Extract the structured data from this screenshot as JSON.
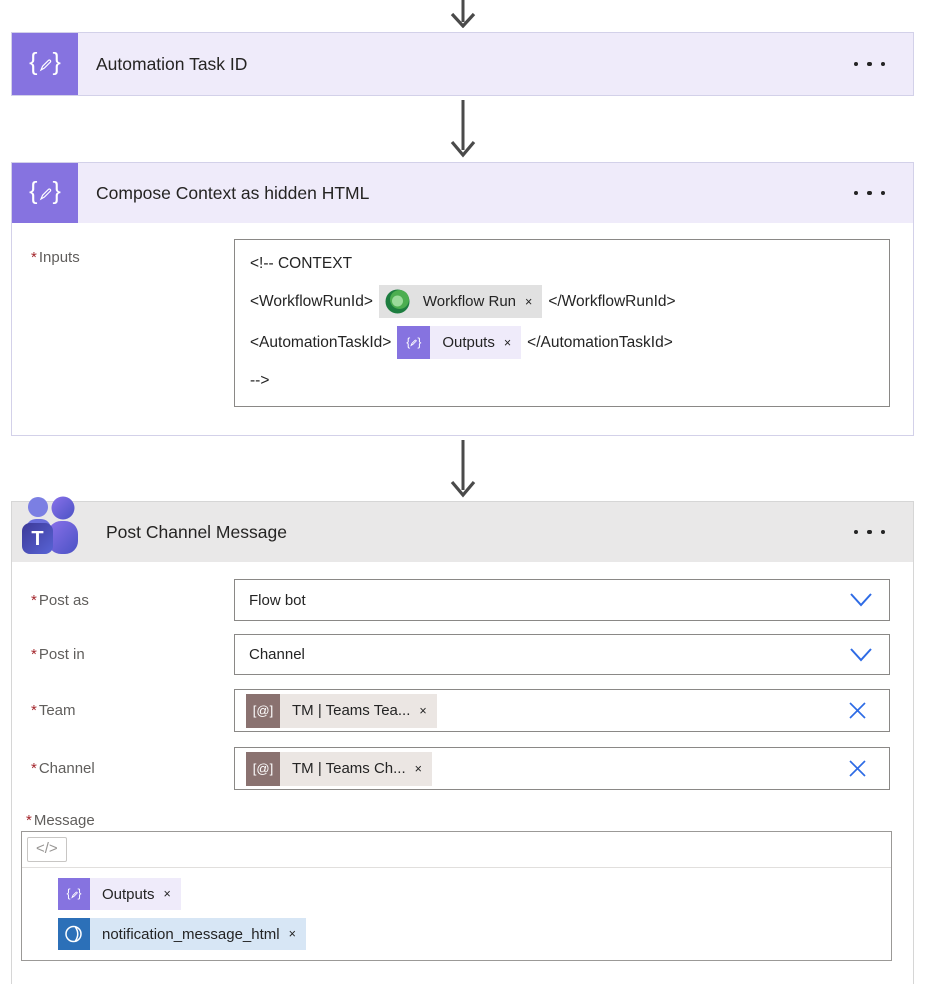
{
  "colors": {
    "compose_accent": "#8673e0",
    "compose_header_bg": "#efebfa",
    "teams_header_bg": "#e9e8e8",
    "field_border": "#8a8886",
    "action_blue": "#2e6be5",
    "required_red": "#a4262c",
    "arrow": "#4a4a4a",
    "token_gray_bg": "#e1e1e1",
    "token_lavender_bg": "#efebfa",
    "token_beige_bg": "#ebe6e3",
    "token_beige_icon": "#8a7270",
    "token_blue_bg": "#d7e6f5",
    "token_blue_icon": "#2c70b8",
    "workflow_run_green": "#2f9e44"
  },
  "icons": {
    "brace_open": "{",
    "brace_close": "}",
    "dismiss": "×",
    "at_param": "[@]",
    "code_view": "</>",
    "names": [
      "compose-pencil-icon",
      "ellipsis-icon",
      "teams-logo-icon",
      "power-automate-run-icon",
      "variable-icon",
      "chevron-down-icon",
      "clear-icon",
      "arrow-down-connector"
    ]
  },
  "node1": {
    "title": "Automation Task ID"
  },
  "node2": {
    "title": "Compose Context as hidden HTML",
    "inputs": {
      "required": "*",
      "label": "Inputs",
      "comment_open": "<!-- CONTEXT",
      "workflow_open": "<WorkflowRunId>",
      "workflow_close": "</WorkflowRunId>",
      "automation_open": "<AutomationTaskId>",
      "automation_close": "</AutomationTaskId>",
      "comment_close": "-->",
      "token_workflow_run": "Workflow Run",
      "token_outputs": "Outputs"
    }
  },
  "node3": {
    "title": "Post Channel Message",
    "post_as": {
      "required": "*",
      "label": "Post as",
      "value": "Flow bot"
    },
    "post_in": {
      "required": "*",
      "label": "Post in",
      "value": "Channel"
    },
    "team": {
      "required": "*",
      "label": "Team",
      "token": "TM | Teams Tea..."
    },
    "channel": {
      "required": "*",
      "label": "Channel",
      "token": "TM | Teams Ch..."
    },
    "message": {
      "required": "*",
      "label": "Message",
      "tokens": [
        {
          "name": "Outputs"
        },
        {
          "name": "notification_message_html"
        }
      ]
    }
  }
}
